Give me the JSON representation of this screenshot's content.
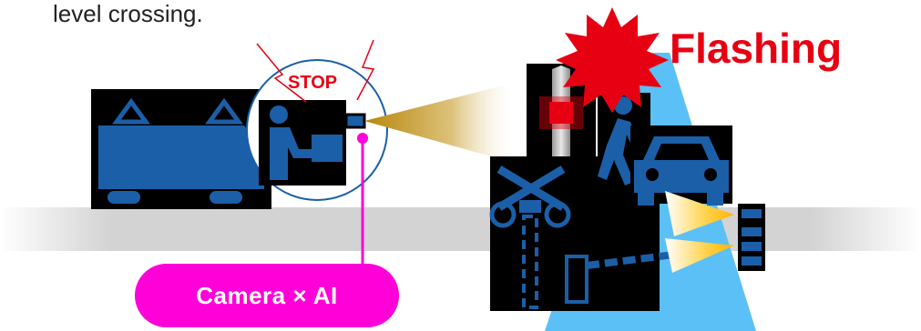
{
  "caption": {
    "text": "level crossing."
  },
  "alert": {
    "label": "Flashing"
  },
  "stop": {
    "label": "STOP"
  },
  "system": {
    "label": "Camera × AI"
  },
  "colors": {
    "blue": "#1b5fa8",
    "light_blue": "#5bc0f5",
    "magenta": "#ff00d8",
    "red": "#e60012",
    "gold": "#c89a1a",
    "yellow": "#ffc400",
    "rail": "#d6d6d6"
  },
  "icons": [
    "train-icon",
    "driver-icon",
    "camera-icon",
    "crossing-signal-icon",
    "barrier-icon",
    "pedestrian-icon",
    "car-icon",
    "warning-light-icon",
    "burst-icon"
  ]
}
